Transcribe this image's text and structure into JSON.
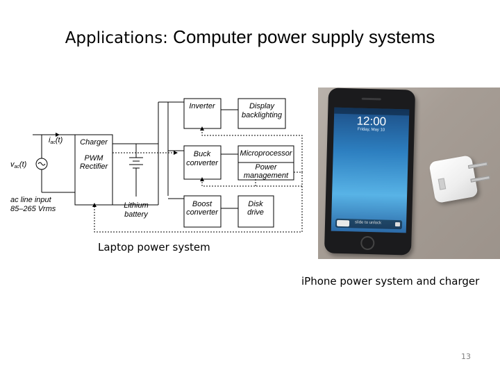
{
  "slide": {
    "title_prefix": "Applications:",
    "title_main": "Computer power supply systems",
    "caption_laptop": "Laptop power system",
    "caption_iphone": "iPhone power system and charger",
    "page_number": "13"
  },
  "diagram": {
    "blocks": {
      "inverter": "Inverter",
      "display_l1": "Display",
      "display_l2": "backlighting",
      "charger": "Charger",
      "pwm_l1": "PWM",
      "pwm_l2": "Rectifier",
      "buck_l1": "Buck",
      "buck_l2": "converter",
      "microprocessor": "Microprocessor",
      "power_l1": "Power",
      "power_l2": "management",
      "boost_l1": "Boost",
      "boost_l2": "converter",
      "disk_l1": "Disk",
      "disk_l2": "drive",
      "lithium_l1": "Lithium",
      "lithium_l2": "battery"
    },
    "labels": {
      "iac": "i",
      "iac_sub": "ac",
      "iac_arg": "(t)",
      "vac": "v",
      "vac_sub": "ac",
      "vac_arg": "(t)",
      "ac_input": "ac line input",
      "vrms": "85–265 Vrms"
    }
  },
  "photo": {
    "clock": "12:00",
    "date": "Friday, May 10",
    "slide_text": "slide to unlock"
  }
}
